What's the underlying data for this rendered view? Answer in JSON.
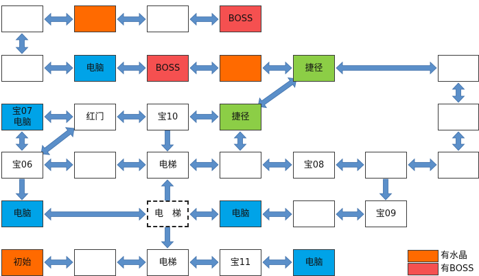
{
  "colors": {
    "crystal": "#ff6a00",
    "boss": "#f55050",
    "computer": "#00a3e8",
    "shortcut": "#8cce46",
    "empty": "#ffffff",
    "arrow": "#5b8fc9"
  },
  "rooms": {
    "r1c1": "",
    "r1c2": "",
    "r1c3": "",
    "r1c4": "BOSS",
    "r2c1": "",
    "r2c2": "电脑",
    "r2c3": "BOSS",
    "r2c4": "",
    "r2c5": "捷径",
    "r2c7": "",
    "r3c1": "宝07\n电脑",
    "r3c2": "红门",
    "r3c3": "宝10",
    "r3c4": "捷径",
    "r3c7": "",
    "r4c1": "宝06",
    "r4c2": "",
    "r4c3": "电梯",
    "r4c4": "",
    "r4c5": "宝08",
    "r4c6": "",
    "r4c7": "",
    "r5c1": "电脑",
    "r5c3": "电　梯",
    "r5c4": "电脑",
    "r5c5": "",
    "r5c6": "宝09",
    "r6c1": "初始",
    "r6c2": "",
    "r6c3": "电梯",
    "r6c4": "宝11",
    "r6c5": "电脑"
  },
  "legend": {
    "crystal_label": "有水晶",
    "boss_label": "有BOSS"
  }
}
